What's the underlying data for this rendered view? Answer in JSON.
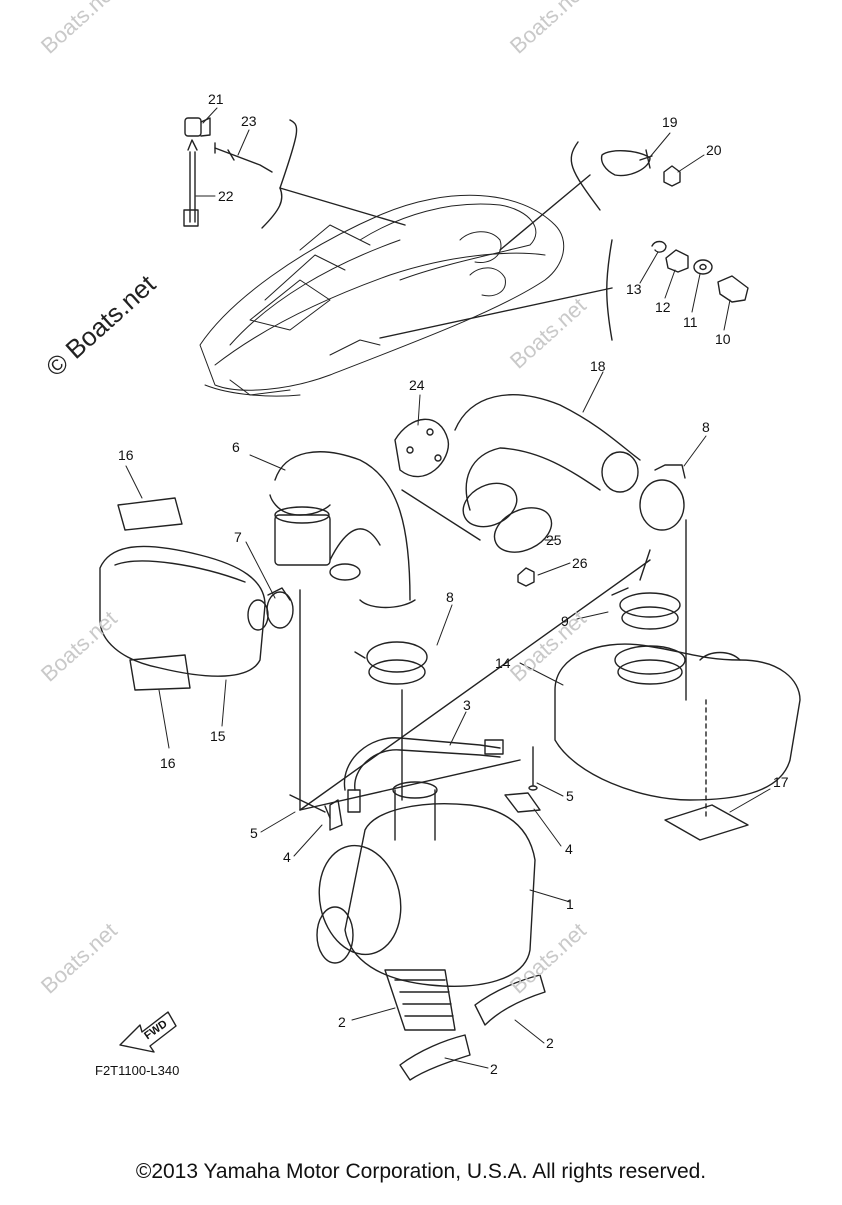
{
  "diagram": {
    "watermark": "© Boats.net",
    "watermark_faint": "Boats.net",
    "drawing_code": "F2T1100-L340",
    "fwd_label": "FWD",
    "copyright": "©2013 Yamaha Motor Corporation, U.S.A. All rights reserved.",
    "callouts": [
      "1",
      "2",
      "3",
      "4",
      "5",
      "6",
      "7",
      "8",
      "9",
      "10",
      "11",
      "12",
      "13",
      "14",
      "15",
      "16",
      "17",
      "18",
      "19",
      "20",
      "21",
      "22",
      "23",
      "24",
      "25",
      "26"
    ],
    "colors": {
      "line": "#222222",
      "watermark": "#c9c9c9",
      "background": "#ffffff"
    }
  }
}
